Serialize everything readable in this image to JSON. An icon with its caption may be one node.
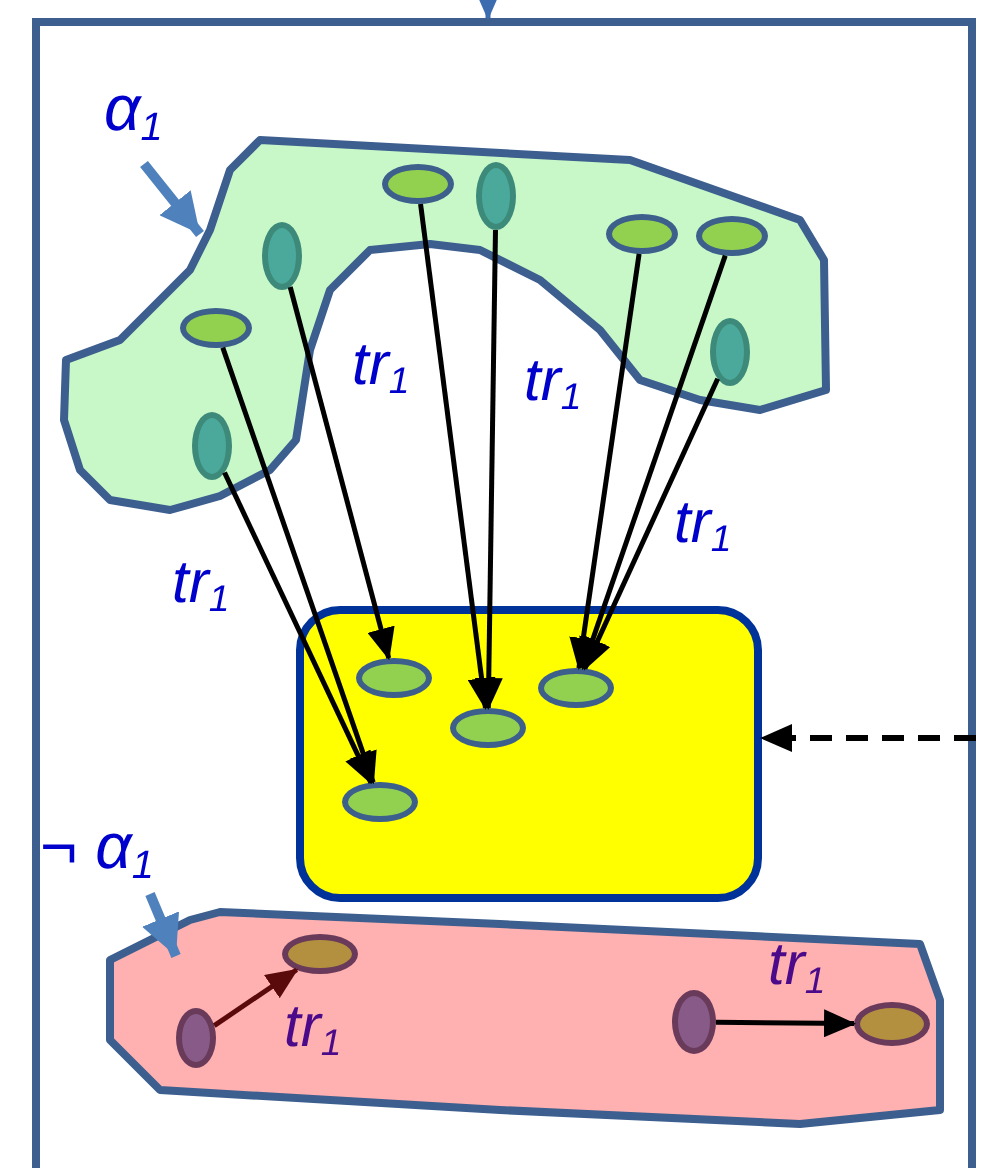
{
  "diagram": {
    "nodes": [
      {
        "text": [],
        "shape": "box"
      },
      {
        "text": [
          "α$_{1}$"
        ],
        "in": 0
      },
      {
        "text": [],
        "shape": "cloud",
        "in": 0
      },
      {
        "text": [],
        "shape": "ellipse",
        "in": 2
      },
      {
        "text": [],
        "shape": "ellipse",
        "in": 2
      },
      {
        "text": [],
        "shape": "ellipse",
        "in": 2
      },
      {
        "text": [],
        "shape": "ellipse",
        "in": 2
      },
      {
        "text": [],
        "shape": "ellipse",
        "in": 2
      },
      {
        "text": [],
        "shape": "ellipse",
        "in": 2
      },
      {
        "text": [],
        "shape": "ellipse",
        "in": 2
      },
      {
        "text": [],
        "shape": "ellipse",
        "in": 2
      },
      {
        "text": [],
        "shape": "box",
        "in": 0
      },
      {
        "text": [],
        "shape": "ellipse",
        "in": 11
      },
      {
        "text": [],
        "shape": "ellipse",
        "in": 11
      },
      {
        "text": [],
        "shape": "ellipse",
        "in": 11
      },
      {
        "text": [],
        "shape": "ellipse",
        "in": 11
      },
      {
        "text": [
          "¬ α$_{1}$"
        ],
        "in": 0
      },
      {
        "text": [],
        "shape": "cloud",
        "in": 0
      },
      {
        "text": [],
        "shape": "ellipse",
        "in": 17
      },
      {
        "text": [],
        "shape": "ellipse",
        "in": 17
      },
      {
        "text": [],
        "shape": "ellipse",
        "in": 17
      },
      {
        "text": [],
        "shape": "ellipse",
        "in": 17
      }
    ],
    "edges": [
      {
        "from": null,
        "to": 0,
        "arrow": "to",
        "color": "#3d6bb0"
      },
      {
        "from": 1,
        "to": 2,
        "arrow": "to",
        "style": "thick",
        "color": "#4f81bd"
      },
      {
        "from": 10,
        "to": 15,
        "arrow": "to"
      },
      {
        "from": 8,
        "to": 15,
        "arrow": "to"
      },
      {
        "from": 7,
        "to": 12,
        "arrow": "to"
      },
      {
        "from": 3,
        "to": 13,
        "arrow": "to"
      },
      {
        "from": 4,
        "to": 13,
        "arrow": "to"
      },
      {
        "from": 5,
        "to": 14,
        "arrow": "to"
      },
      {
        "from": 6,
        "to": 14,
        "arrow": "to"
      },
      {
        "from": 9,
        "to": 14,
        "arrow": "to"
      },
      {
        "from": null,
        "to": 11,
        "arrow": "to",
        "style": "dashed"
      },
      {
        "from": 16,
        "to": 17,
        "arrow": "to",
        "style": "thick",
        "color": "#4f81bd"
      },
      {
        "from": 18,
        "to": 19,
        "arrow": "to",
        "label": "tr$_{1}$",
        "color": "#5a0a0a"
      },
      {
        "from": 20,
        "to": 21,
        "arrow": "to",
        "label": "tr$_{1}$"
      }
    ],
    "labels": [
      "tr$_{1}$",
      "tr$_{1}$",
      "tr$_{1}$",
      "tr$_{1}$"
    ]
  }
}
